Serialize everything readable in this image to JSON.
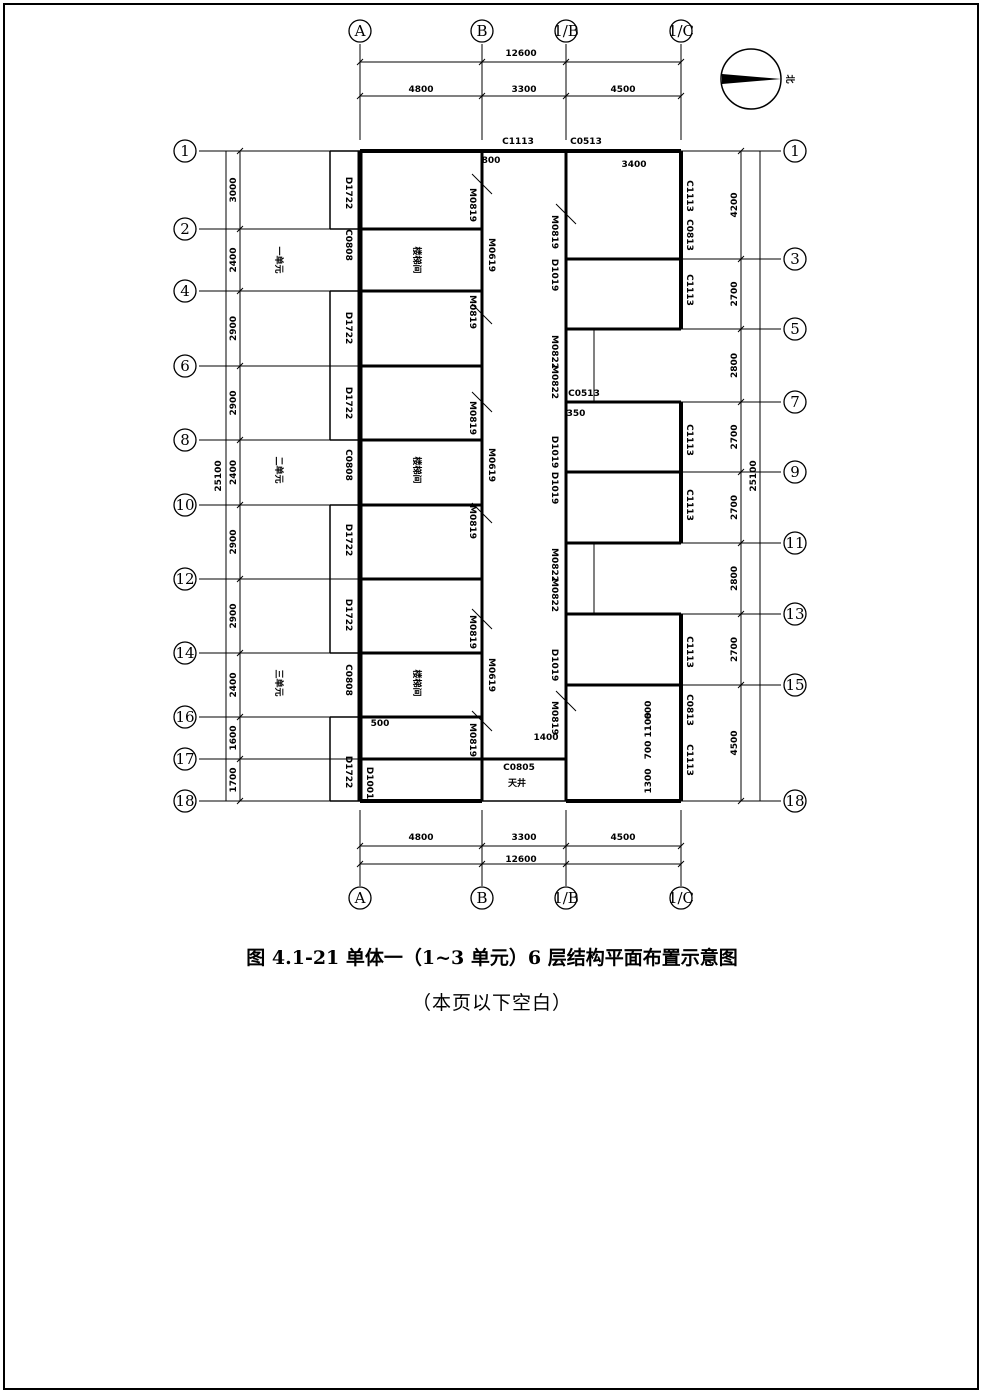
{
  "axes": {
    "columns": [
      "A",
      "B",
      "1/B",
      "1/C"
    ],
    "rows_left": [
      "1",
      "2",
      "4",
      "6",
      "8",
      "10",
      "12",
      "14",
      "16",
      "17",
      "18"
    ],
    "rows_right": [
      "1",
      "3",
      "5",
      "7",
      "9",
      "11",
      "13",
      "15",
      "18"
    ]
  },
  "dimensions": {
    "top_total": "12600",
    "top_spans": [
      "4800",
      "3300",
      "4500"
    ],
    "bottom_spans": [
      "4800",
      "3300",
      "4500"
    ],
    "bottom_total": "12600",
    "left_spans": [
      "3000",
      "2400",
      "2900",
      "2900",
      "2400",
      "2900",
      "2900",
      "2400",
      "1600",
      "1700"
    ],
    "left_total": "25100",
    "right_spans": [
      "4200",
      "2700",
      "2800",
      "2700",
      "2700",
      "2800",
      "2700",
      "4500"
    ],
    "right_total": "25100",
    "inner": [
      "3400",
      "1400",
      "800",
      "1100",
      "1300",
      "600",
      "700",
      "350",
      "500"
    ]
  },
  "units": [
    "一单元",
    "二单元",
    "三单元"
  ],
  "room_labels": {
    "stair": "楼梯间",
    "courtyard": "天井"
  },
  "openings": {
    "windows": [
      "C1113",
      "C0513",
      "C0808",
      "C0813",
      "C0805"
    ],
    "doors": [
      "M0819",
      "M0619",
      "M0822",
      "D1722",
      "D1019",
      "D1001"
    ]
  },
  "north_symbol": "北",
  "caption": {
    "title": "图 4.1-21 单体一（1~3 单元）6 层结构平面布置示意图",
    "note": "（本页以下空白）"
  }
}
